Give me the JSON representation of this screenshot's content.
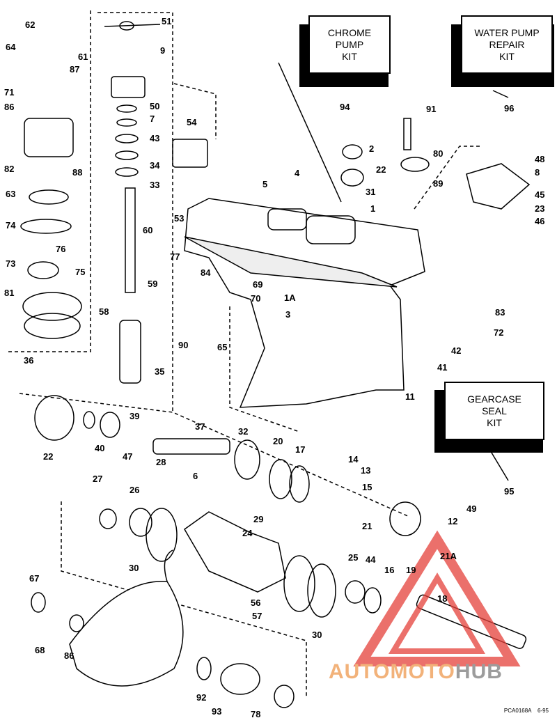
{
  "kits": {
    "chrome_pump": "CHROME\nPUMP\nKIT",
    "water_pump_repair": "WATER PUMP\nREPAIR\nKIT",
    "gearcase_seal": "GEARCASE\nSEAL\nKIT",
    "chrome_pump_ref": "94",
    "water_pump_ref": "96",
    "gearcase_ref": "95"
  },
  "callouts": [
    "51",
    "62",
    "64",
    "61",
    "9",
    "87",
    "71",
    "86",
    "50",
    "7",
    "43",
    "34",
    "33",
    "82",
    "88",
    "63",
    "60",
    "74",
    "76",
    "73",
    "75",
    "59",
    "81",
    "58",
    "36",
    "35",
    "39",
    "54",
    "53",
    "2",
    "4",
    "22",
    "5",
    "31",
    "80",
    "89",
    "91",
    "48",
    "8",
    "45",
    "23",
    "46",
    "1",
    "77",
    "84",
    "69",
    "70",
    "1A",
    "3",
    "72",
    "90",
    "65",
    "83",
    "42",
    "41",
    "11",
    "22",
    "40",
    "47",
    "37",
    "32",
    "20",
    "17",
    "14",
    "13",
    "15",
    "28",
    "6",
    "27",
    "26",
    "29",
    "24",
    "21",
    "12",
    "49",
    "21A",
    "30",
    "25",
    "44",
    "16",
    "19",
    "18",
    "56",
    "57",
    "30",
    "67",
    "68",
    "86",
    "92",
    "93",
    "78"
  ],
  "footer": {
    "code": "PCA0168A",
    "date": "6-95"
  },
  "watermark": {
    "part1": "AUTOMOTO",
    "part2": "HUB"
  },
  "colors": {
    "ink": "#000000",
    "watermark_red": "#e5413a",
    "watermark_orange": "#f2b27a",
    "watermark_gray": "#9c9c9c"
  }
}
